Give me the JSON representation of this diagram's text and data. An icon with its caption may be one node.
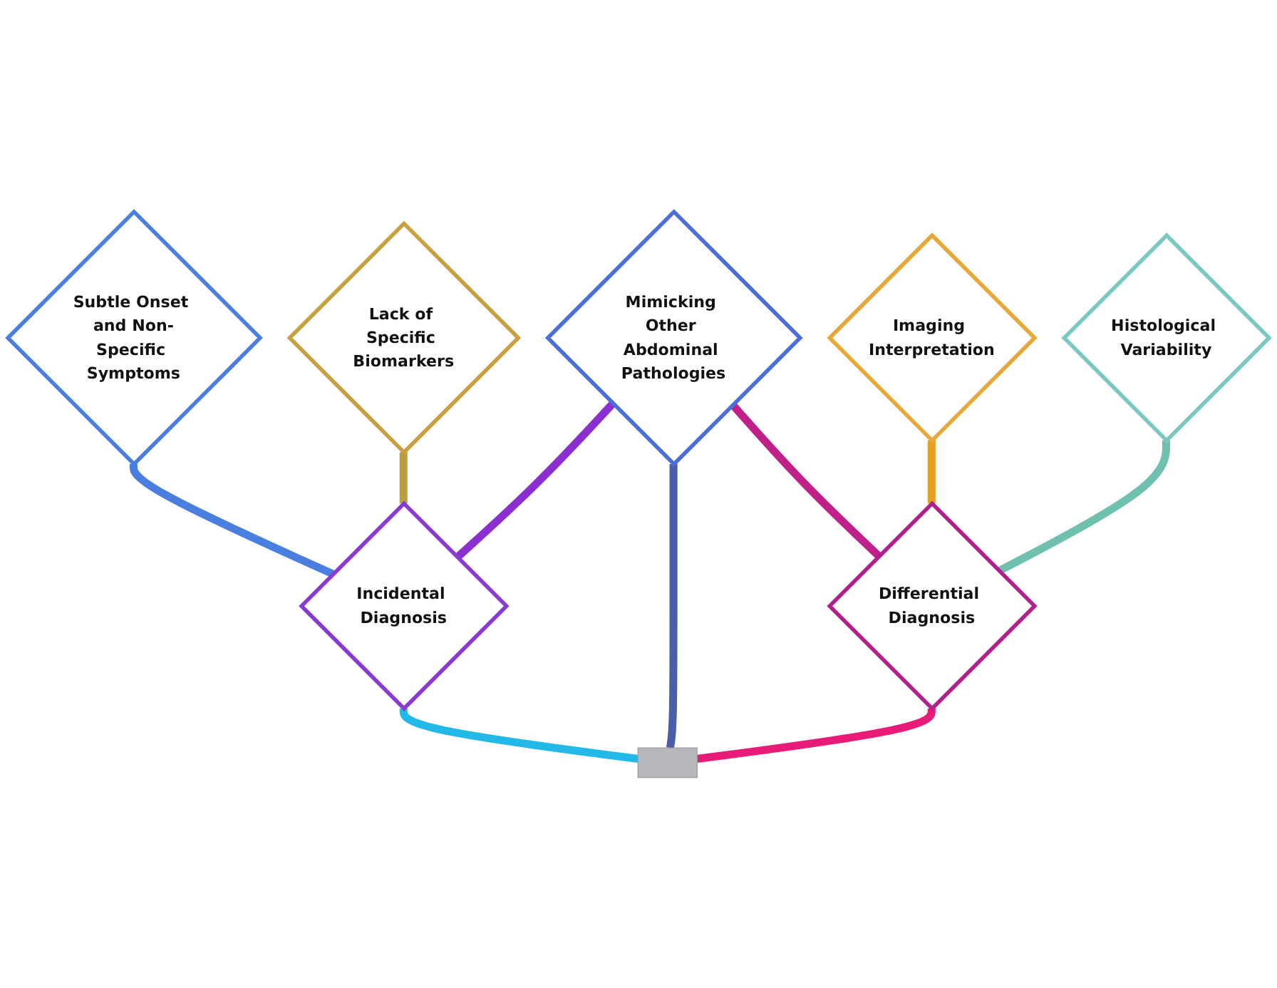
{
  "diagram": {
    "nodes": [
      {
        "text": [
          "Subtle Onset and Non-Specific Symptoms"
        ]
      },
      {
        "text": [
          "Lack of Specific Biomarkers"
        ]
      },
      {
        "text": [
          "Imaging Interpretation"
        ]
      },
      {
        "text": [
          "Histological Variability"
        ]
      },
      {
        "text": [
          "Mimicking Other Abdominal Pathologies"
        ]
      },
      {
        "text": [
          "Incidental Diagnosis"
        ]
      },
      {
        "text": [
          "Differential Diagnosis"
        ]
      },
      {
        "text": [],
        "shape": "bar"
      }
    ],
    "edges": [
      {
        "from": 7,
        "to": 5,
        "arrow": "none",
        "color": "#22b8e8"
      },
      {
        "from": 7,
        "to": 4,
        "arrow": "none",
        "color": "#4a5fa8"
      },
      {
        "from": 7,
        "to": 6,
        "arrow": "none",
        "color": "#e81c78"
      },
      {
        "from": 5,
        "to": 0,
        "arrow": "none",
        "color": "#4a7fe0"
      },
      {
        "from": 5,
        "to": 1,
        "arrow": "none",
        "color": "#b8a040"
      },
      {
        "from": 5,
        "to": 4,
        "arrow": "none",
        "color": "#8b2fd0"
      },
      {
        "from": 6,
        "to": 4,
        "arrow": "none",
        "color": "#c0208a"
      },
      {
        "from": 6,
        "to": 2,
        "arrow": "none",
        "color": "#e8a020"
      },
      {
        "from": 6,
        "to": 3,
        "arrow": "none",
        "color": "#70c0b0"
      }
    ]
  }
}
